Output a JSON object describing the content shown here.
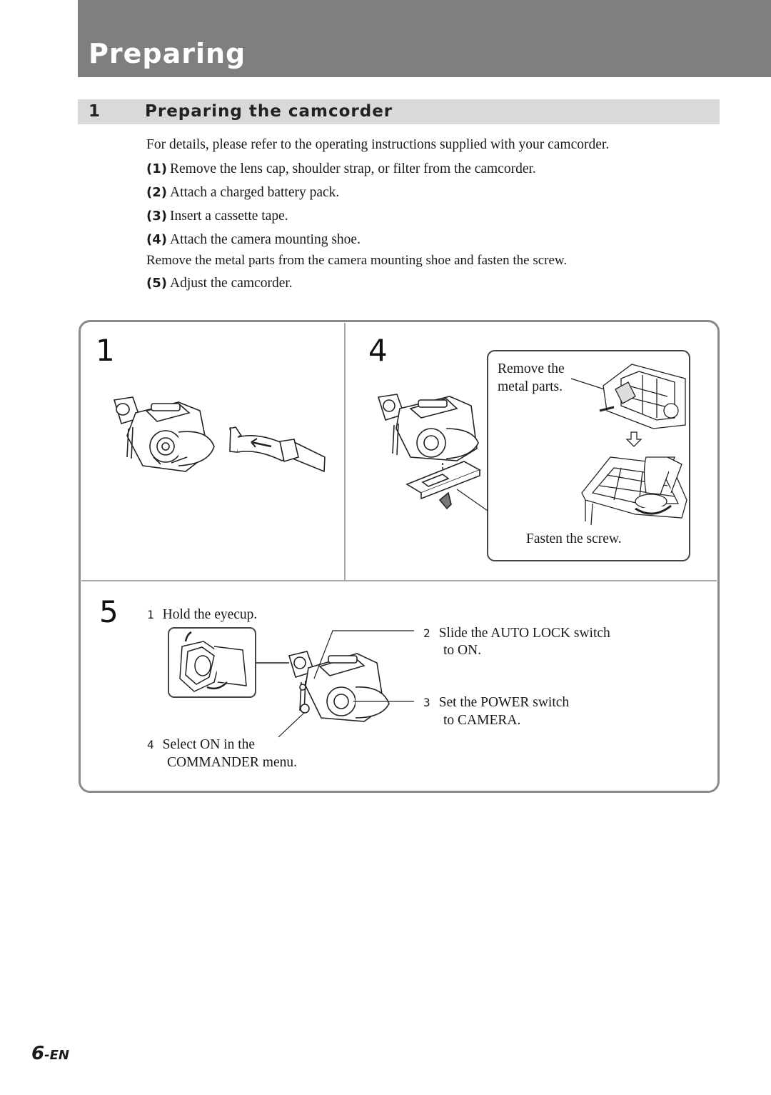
{
  "header": {
    "title": "Preparing"
  },
  "section": {
    "number": "1",
    "title": "Preparing the camcorder"
  },
  "intro": "For details, please refer to the operating instructions supplied with your camcorder.",
  "steps": [
    {
      "num": "(1)",
      "text": "Remove the lens cap, shoulder strap, or filter from the camcorder."
    },
    {
      "num": "(2)",
      "text": "Attach a charged battery pack."
    },
    {
      "num": "(3)",
      "text": "Insert a cassette tape."
    },
    {
      "num": "(4)",
      "text": "Attach the camera mounting shoe."
    },
    {
      "num": "(5)",
      "text": "Adjust the camcorder."
    }
  ],
  "step4_note": "Remove the metal parts from the camera mounting shoe and fasten the screw.",
  "figure": {
    "panel1_number": "1",
    "panel4_number": "4",
    "panel5_number": "5",
    "panel4_callouts": {
      "remove_line1": "Remove the",
      "remove_line2": "metal parts.",
      "fasten": "Fasten the screw."
    },
    "panel5_callouts": [
      {
        "num": "1",
        "line1": "Hold the eyecup.",
        "line2": ""
      },
      {
        "num": "2",
        "line1": "Slide the AUTO LOCK switch",
        "line2": "to ON."
      },
      {
        "num": "3",
        "line1": "Set the POWER switch",
        "line2": "to CAMERA."
      },
      {
        "num": "4",
        "line1": "Select ON in the",
        "line2": "COMMANDER menu."
      }
    ]
  },
  "footer": {
    "page": "6",
    "suffix": "-EN"
  }
}
